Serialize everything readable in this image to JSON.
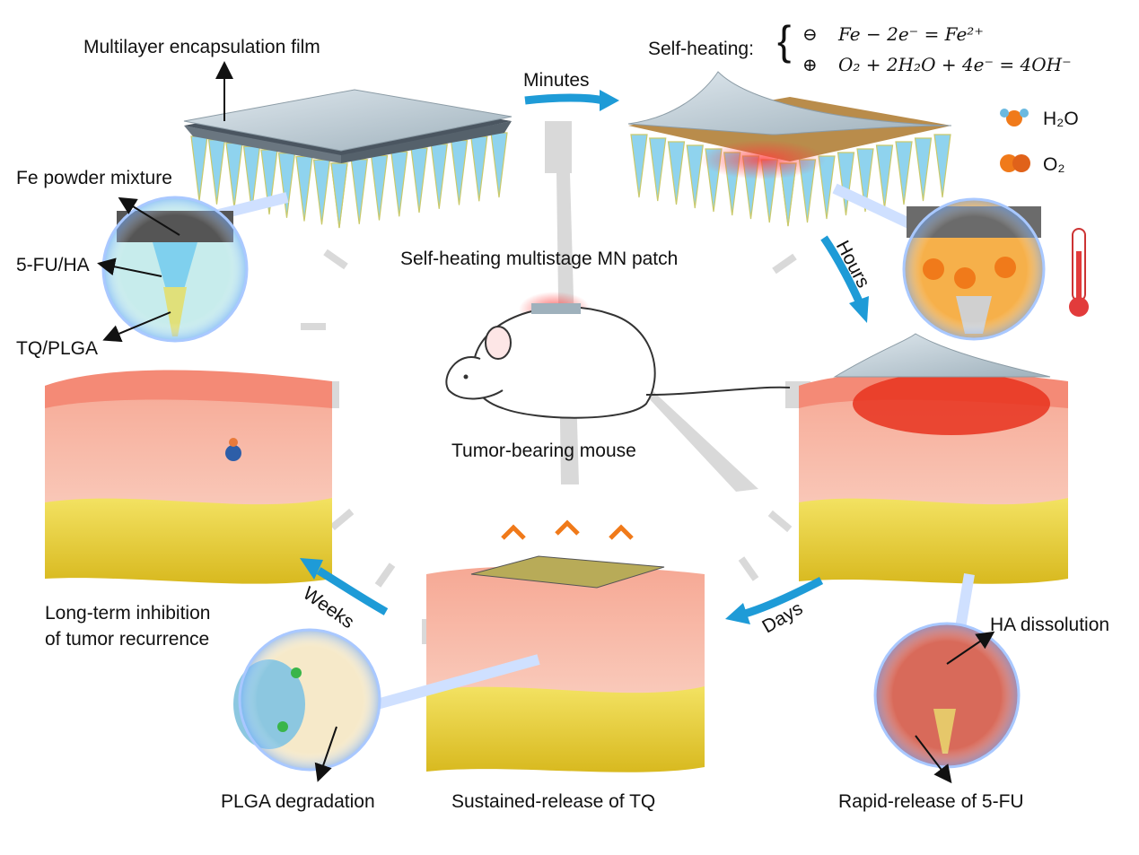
{
  "labels": {
    "multilayer_film": "Multilayer encapsulation film",
    "fe_powder": "Fe powder mixture",
    "fu_ha": "5-FU/HA",
    "tq_plga": "TQ/PLGA",
    "minutes": "Minutes",
    "self_heating": "Self-heating:",
    "h2o": "H₂O",
    "o2": "O₂",
    "hours": "Hours",
    "center_patch": "Self-heating multistage MN patch",
    "mouse": "Tumor-bearing mouse",
    "long_term_line1": "Long-term inhibition",
    "long_term_line2": "of tumor recurrence",
    "weeks": "Weeks",
    "days": "Days",
    "ha_dissolution": "HA dissolution",
    "plga_degradation": "PLGA degradation",
    "sustained_release": "Sustained-release of TQ",
    "rapid_release": "Rapid-release of 5-FU"
  },
  "equations": {
    "anode_sign": "⊖",
    "anode": "Fe − 2e⁻ = Fe²⁺",
    "cathode_sign": "⊕",
    "cathode": "O₂ + 2H₂O + 4e⁻ = 4OH⁻"
  },
  "colors": {
    "arrow_blue": "#1e9bd7",
    "skin_pink": "#f4b9a6",
    "fat_yellow": "#e8d13a",
    "film_gray": "#a9b9c2",
    "heat_orange": "#f07a1a"
  }
}
